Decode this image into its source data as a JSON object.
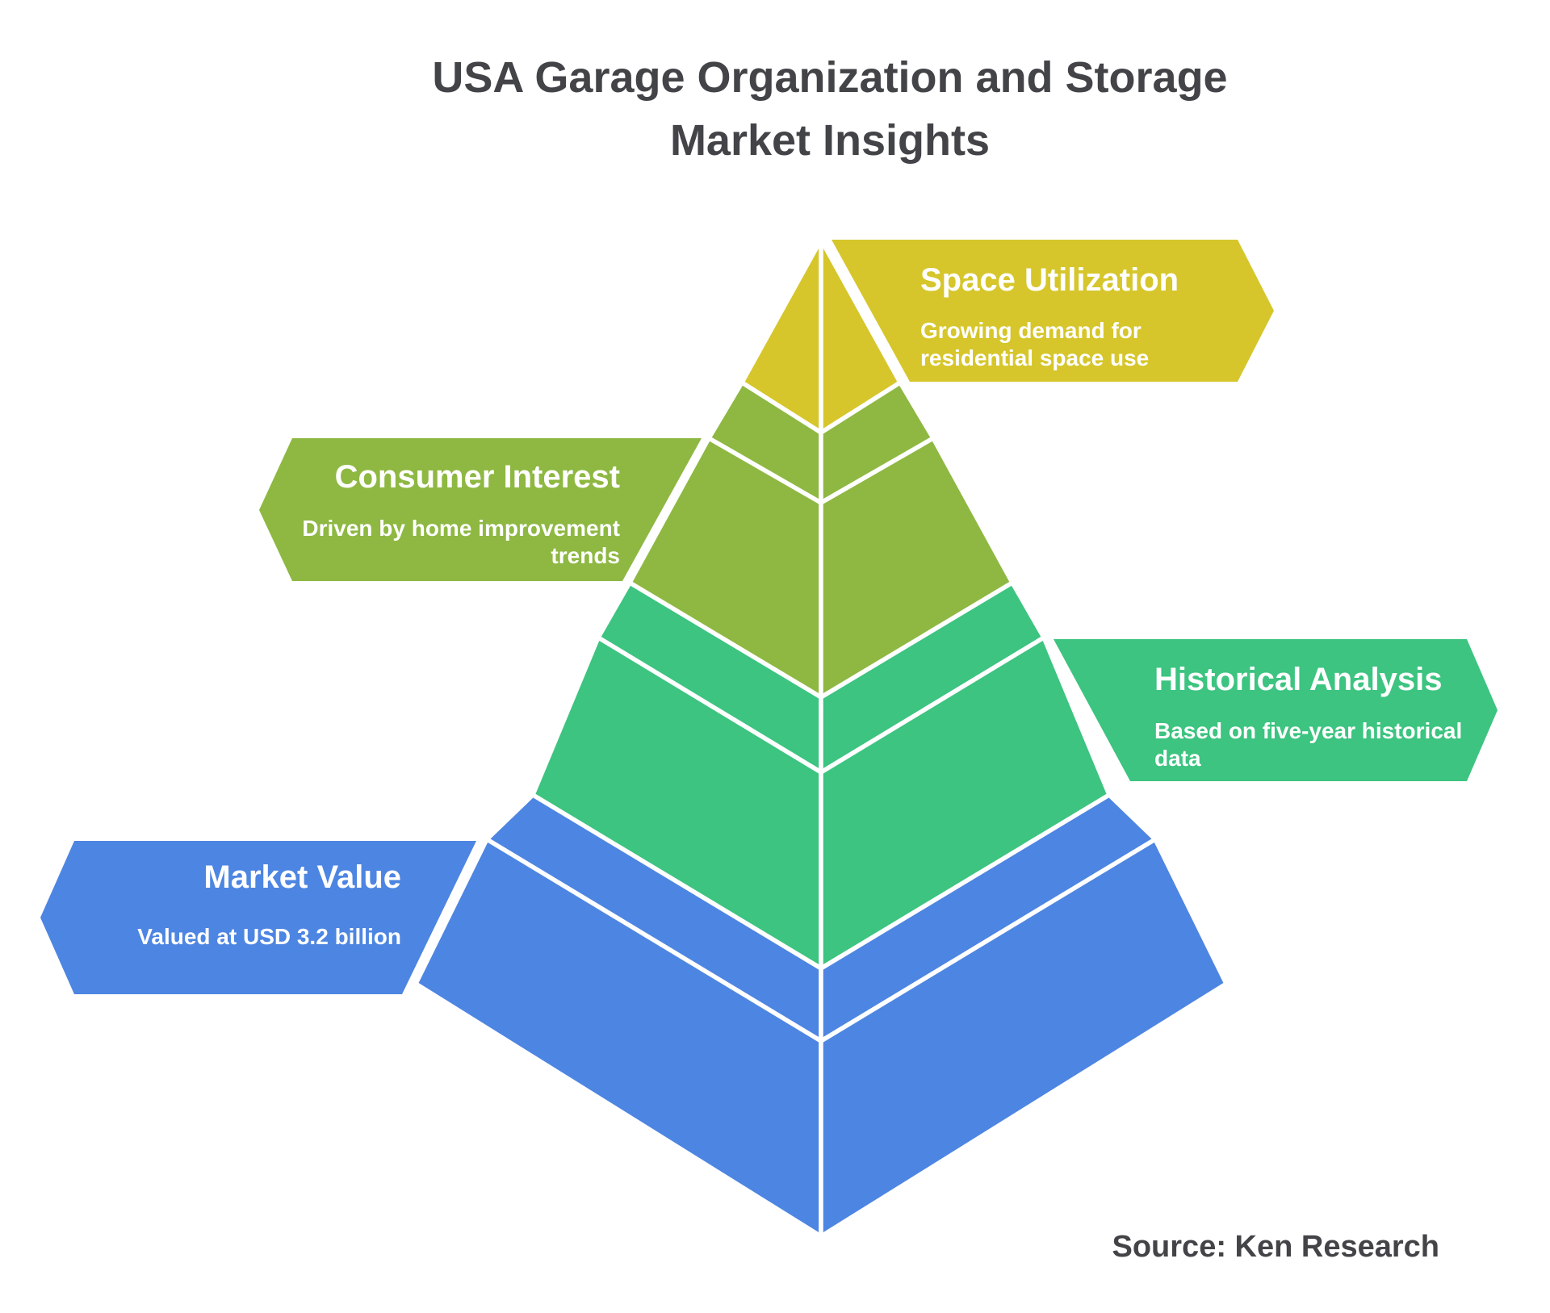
{
  "title": {
    "line1": "USA Garage Organization and Storage",
    "line2": "Market Insights",
    "color": "#424447"
  },
  "source": {
    "text": "Source: Ken Research",
    "color": "#424447"
  },
  "pyramid": {
    "stroke_color": "#ffffff",
    "label_text_color": "#ffffff",
    "levels": [
      {
        "rank": 1,
        "name": "Space Utilization",
        "desc_lines": [
          "Growing demand for",
          "residential space use"
        ],
        "color": "#d6c62b",
        "label_side": "right"
      },
      {
        "rank": 2,
        "name": "Consumer Interest",
        "desc_lines": [
          "Driven by home improvement",
          "trends"
        ],
        "color": "#8eb842",
        "label_side": "left"
      },
      {
        "rank": 3,
        "name": "Historical Analysis",
        "desc_lines": [
          "Based on five-year historical",
          "data"
        ],
        "color": "#3cc480",
        "label_side": "right"
      },
      {
        "rank": 4,
        "name": "Market Value",
        "desc_lines": [
          "Valued at USD 3.2 billion"
        ],
        "color": "#4d85e2",
        "label_side": "left"
      }
    ]
  }
}
